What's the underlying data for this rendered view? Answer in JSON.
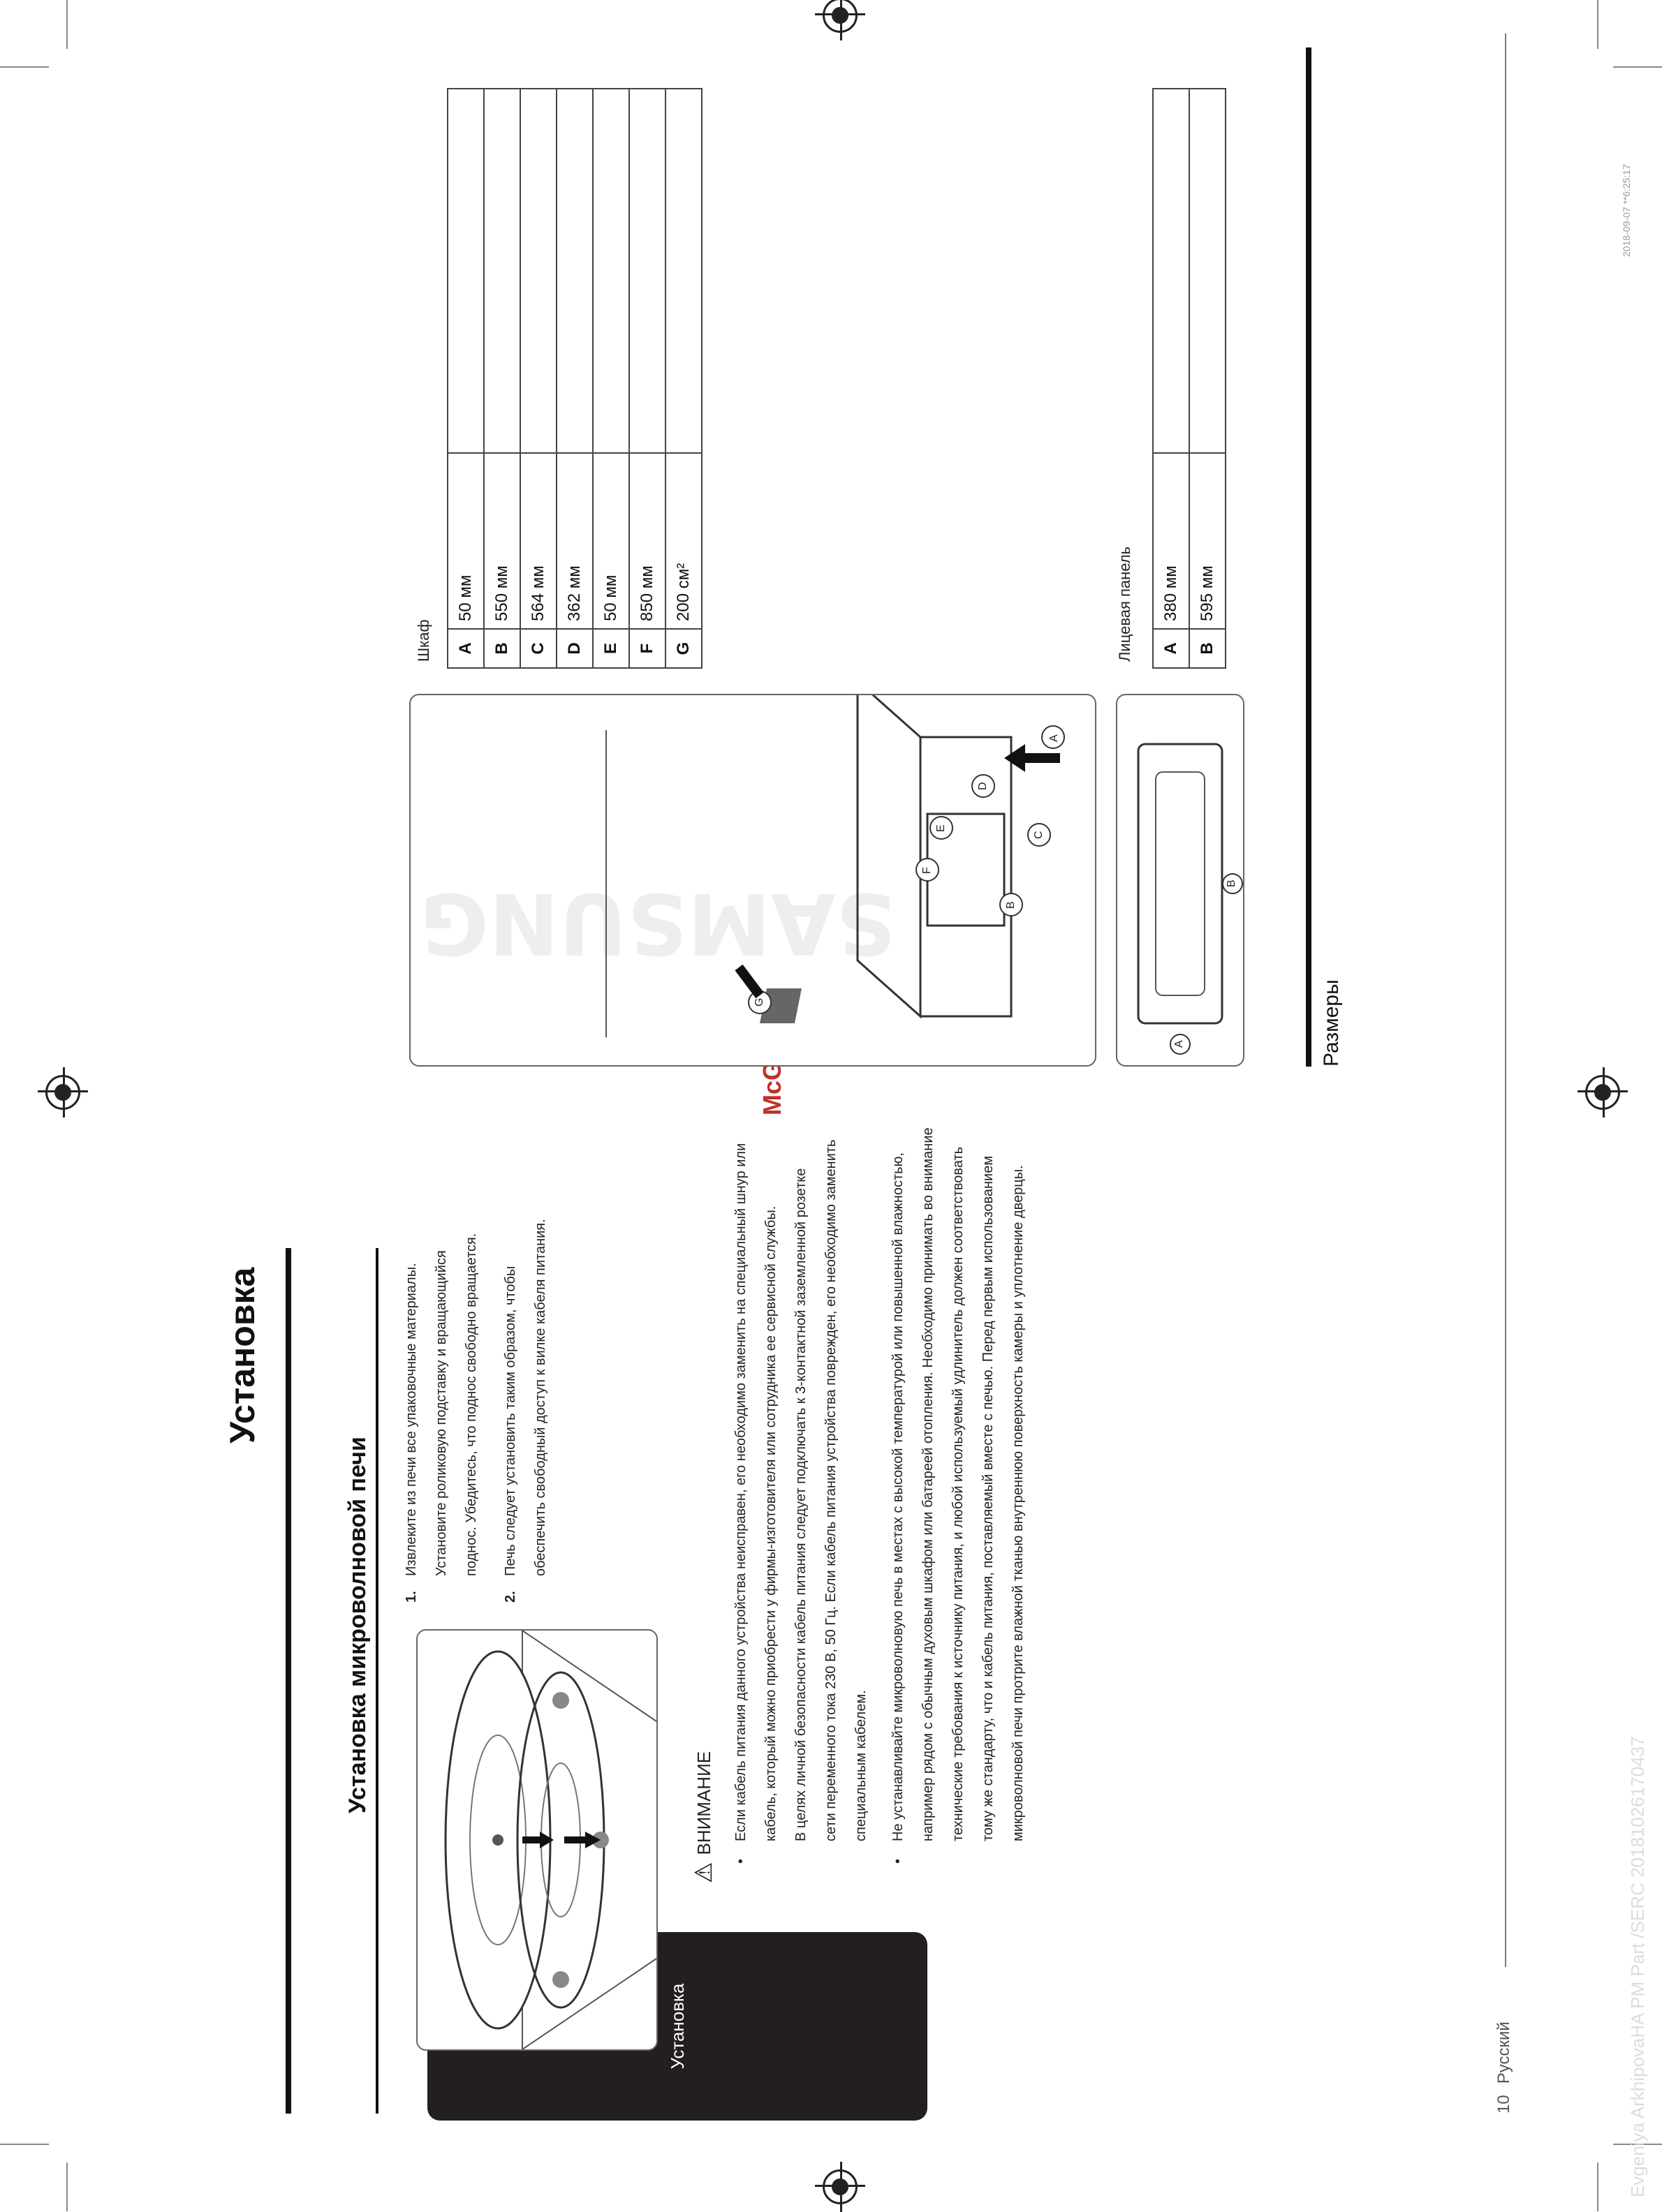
{
  "section_tab": "Установка",
  "page_title": "Установка",
  "install": {
    "heading": "Установка микроволновой печи",
    "steps": [
      {
        "n": "1.",
        "lines": [
          "Извлеките из печи все упаковочные материалы.",
          "Установите роликовую подставку и вращающийся",
          "поднос. Убедитесь, что поднос свободно вращается."
        ]
      },
      {
        "n": "2.",
        "lines": [
          "Печь следует установить таким образом, чтобы",
          "обеспечить свободный доступ к вилке кабеля питания."
        ]
      }
    ]
  },
  "caution": {
    "title": "ВНИМАНИЕ",
    "bullets": [
      [
        "Если кабель питания данного устройства неисправен, его необходимо заменить на специальный шнур или",
        "кабель, который можно приобрести у фирмы-изготовителя или сотрудника ее сервисной службы.",
        "В целях личной безопасности кабель питания следует подключать к 3-контактной заземленной розетке",
        "сети переменного тока 230 В, 50 Гц. Если кабель питания устройства поврежден, его необходимо заменить",
        "специальным кабелем."
      ],
      [
        "Не устанавливайте микроволновую печь в местах с высокой температурой или повышенной влажностью,",
        "например рядом с обычным духовым шкафом или батареей отопления. Необходимо принимать во внимание",
        "технические требования к источнику питания, и любой используемый удлинитель должен соответствовать",
        "тому же стандарту, что и кабель питания, поставляемый вместе с печью. Перед первым использованием",
        "микроволновой печи протрите влажной тканью внутреннюю поверхность камеры и уплотнение дверцы."
      ]
    ]
  },
  "dimensions": {
    "heading": "Размеры",
    "cabinet_caption": "Шкаф",
    "cabinet_rows": [
      {
        "k": "A",
        "v": "50 мм"
      },
      {
        "k": "B",
        "v": "550 мм"
      },
      {
        "k": "C",
        "v": "564 мм"
      },
      {
        "k": "D",
        "v": "362 мм"
      },
      {
        "k": "E",
        "v": "50 мм"
      },
      {
        "k": "F",
        "v": "850 мм"
      },
      {
        "k": "G",
        "v": "200 см²"
      }
    ],
    "panel_caption": "Лицевая панель",
    "panel_rows": [
      {
        "k": "A",
        "v": "380 мм"
      },
      {
        "k": "B",
        "v": "595 мм"
      }
    ],
    "cabinet_labels": [
      "A",
      "B",
      "C",
      "D",
      "E",
      "F",
      "G"
    ],
    "panel_labels": [
      "A",
      "B"
    ],
    "brand": "SAMSUNG"
  },
  "footer": {
    "page_number": "10",
    "language": "Русский"
  },
  "watermark": {
    "site": "McGrp.Ru",
    "bottom": "Evgeniya ArkhipovaHA PM Part /SERC 20181026170437",
    "stamp": "2018-09-07 ꢀꢀ6:25:17"
  }
}
